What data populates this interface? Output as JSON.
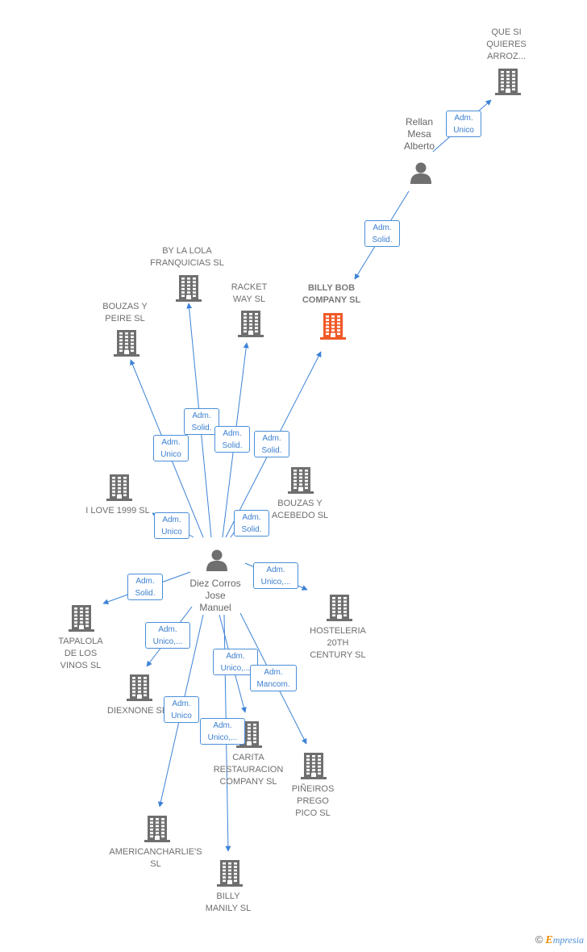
{
  "diagram": {
    "companies": [
      {
        "id": "que_si",
        "label": "QUE SI\nQUIERES\nARROZ..."
      },
      {
        "id": "billy_bob",
        "label": "BILLY BOB\nCOMPANY  SL",
        "focus": true
      },
      {
        "id": "by_la_lola",
        "label": "BY LA LOLA\nFRANQUICIAS SL"
      },
      {
        "id": "racket_way",
        "label": "RACKET\nWAY  SL"
      },
      {
        "id": "bouzas_peire",
        "label": "BOUZAS Y\nPEIRE SL"
      },
      {
        "id": "i_love_1999",
        "label": "I LOVE 1999 SL"
      },
      {
        "id": "bouzas_acebedo",
        "label": "BOUZAS Y\nACEBEDO SL"
      },
      {
        "id": "tapalola",
        "label": "TAPALOLA\nDE LOS\nVINOS SL"
      },
      {
        "id": "hosteleria",
        "label": "HOSTELERIA\n20TH\nCENTURY  SL"
      },
      {
        "id": "diexnone",
        "label": "DIEXNONE SL"
      },
      {
        "id": "carita",
        "label": "CARITA\nRESTAURACION\nCOMPANY  SL"
      },
      {
        "id": "pineiros",
        "label": "PIÑEIROS\nPREGO\nPICO SL"
      },
      {
        "id": "americancharlies",
        "label": "AMERICANCHARLIE'S\nSL"
      },
      {
        "id": "billy_manily",
        "label": "BILLY\nMANILY  SL"
      }
    ],
    "people": [
      {
        "id": "rellan",
        "label": "Rellan\nMesa\nAlberto"
      },
      {
        "id": "diez",
        "label": "Diez Corros\nJose\nManuel"
      }
    ],
    "relations": [
      {
        "id": "r_rellan_que",
        "label": "Adm.\nUnico"
      },
      {
        "id": "r_rellan_billy",
        "label": "Adm.\nSolid."
      },
      {
        "id": "r_diez_bylola",
        "label": "Adm.\nSolid."
      },
      {
        "id": "r_diez_racket",
        "label": "Adm.\nSolid."
      },
      {
        "id": "r_diez_bouzas_peire",
        "label": "Adm.\nUnico"
      },
      {
        "id": "r_diez_billybob",
        "label": "Adm.\nSolid."
      },
      {
        "id": "r_diez_ilove",
        "label": "Adm.\nUnico"
      },
      {
        "id": "r_diez_acebedo",
        "label": "Adm.\nSolid."
      },
      {
        "id": "r_diez_hosteleria",
        "label": "Adm.\nUnico,..."
      },
      {
        "id": "r_diez_tapalola",
        "label": "Adm.\nSolid."
      },
      {
        "id": "r_diez_diexnone",
        "label": "Adm.\nUnico,..."
      },
      {
        "id": "r_diez_carita",
        "label": "Adm.\nUnico,..."
      },
      {
        "id": "r_diez_pineiros",
        "label": "Adm.\nMancom."
      },
      {
        "id": "r_diez_american",
        "label": "Adm.\nUnico"
      },
      {
        "id": "r_diez_manily",
        "label": "Adm.\nUnico,..."
      }
    ],
    "colors": {
      "company_icon": "#6f6f6f",
      "focus_icon": "#f05a28",
      "person_icon": "#6f6f6f",
      "edge": "#3c82d6"
    },
    "footer": {
      "copyright": "©",
      "brand_initial": "E",
      "brand_rest": "mpresia"
    }
  }
}
